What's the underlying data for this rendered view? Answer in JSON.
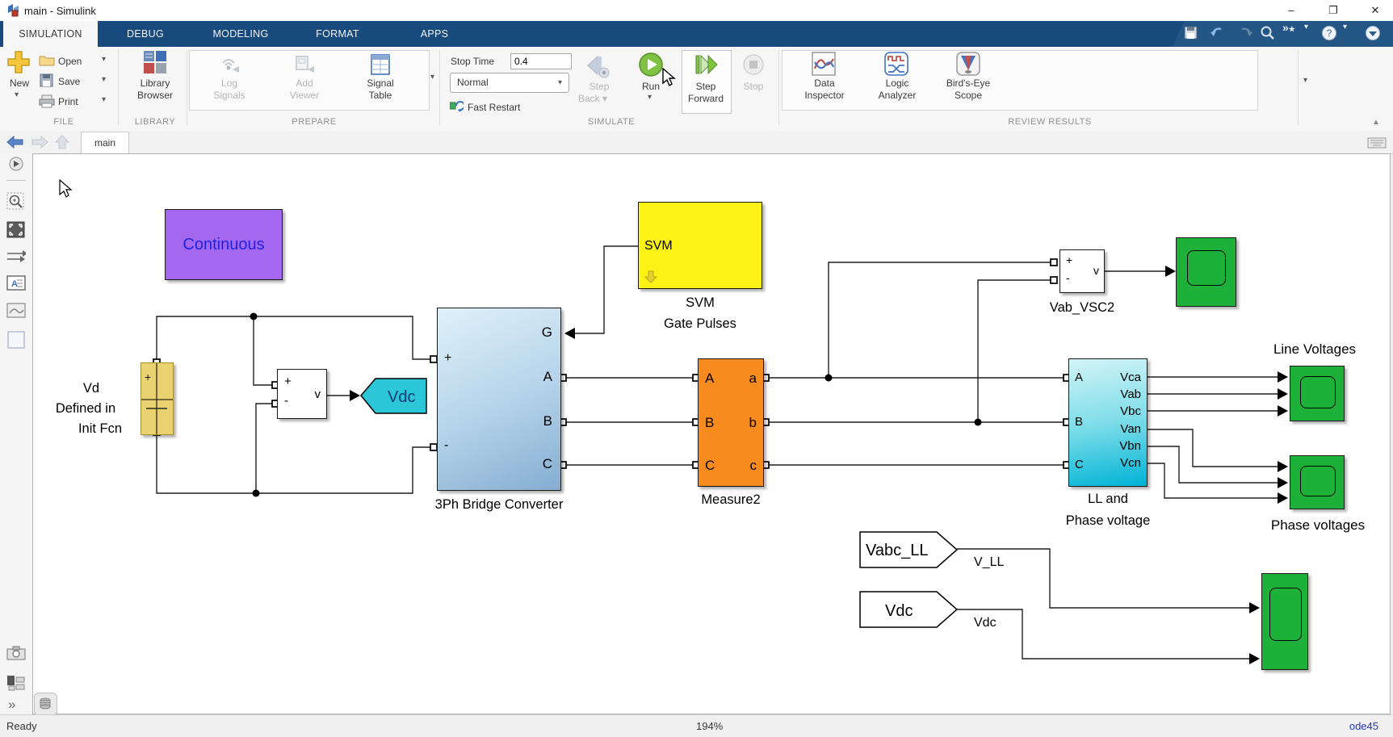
{
  "window": {
    "title": "main - Simulink"
  },
  "tabs": {
    "items": [
      "SIMULATION",
      "DEBUG",
      "MODELING",
      "FORMAT",
      "APPS"
    ],
    "active": "SIMULATION"
  },
  "ribbon": {
    "file": {
      "new": "New",
      "open": "Open",
      "save": "Save",
      "print": "Print",
      "section": "FILE"
    },
    "library": {
      "line1": "Library",
      "line2": "Browser",
      "section": "LIBRARY"
    },
    "prepare": {
      "log1": "Log",
      "log2": "Signals",
      "add1": "Add",
      "add2": "Viewer",
      "sig1": "Signal",
      "sig2": "Table",
      "section": "PREPARE"
    },
    "simulate": {
      "stop_time_label": "Stop Time",
      "stop_time_value": "0.4",
      "mode_value": "Normal",
      "fast_restart": "Fast Restart",
      "sb1": "Step",
      "sb2": "Back",
      "run": "Run",
      "sf1": "Step",
      "sf2": "Forward",
      "stop": "Stop",
      "section": "SIMULATE"
    },
    "review": {
      "di1": "Data",
      "di2": "Inspector",
      "la1": "Logic",
      "la2": "Analyzer",
      "be1": "Bird's-Eye",
      "be2": "Scope",
      "section": "REVIEW RESULTS"
    }
  },
  "navrow": {
    "tab": "main"
  },
  "canvas": {
    "continuous": {
      "label": "Continuous"
    },
    "source": {
      "line1": "Vd",
      "line2": "Defined in",
      "line3": "Init Fcn",
      "plus": "+"
    },
    "voltmeter1": {
      "plus": "+",
      "minus": "-",
      "out": "v"
    },
    "goto_vdc": {
      "label": "Vdc"
    },
    "bridge": {
      "plus": "+",
      "minus": "-",
      "g": "G",
      "a": "A",
      "b": "B",
      "c": "C",
      "label": "3Ph Bridge Converter"
    },
    "svm": {
      "port": "SVM",
      "label1": "SVM",
      "label2": "Gate Pulses"
    },
    "measure": {
      "in": [
        "A",
        "B",
        "C"
      ],
      "out": [
        "a",
        "b",
        "c"
      ],
      "label": "Measure2"
    },
    "vab": {
      "plus": "+",
      "minus": "-",
      "out": "v",
      "label": "Vab_VSC2"
    },
    "ll": {
      "in": [
        "A",
        "B",
        "C"
      ],
      "out": [
        "Vca",
        "Vab",
        "Vbc",
        "Van",
        "Vbn",
        "Vcn"
      ],
      "label1": "LL and",
      "label2": "Phase voltage"
    },
    "line_scope_label": "Line Voltages",
    "phase_scope_label": "Phase voltages",
    "from_vabc": {
      "label": "Vabc_LL"
    },
    "from_vdc": {
      "label": "Vdc"
    },
    "wire_labels": {
      "vll": "V_LL",
      "vdc": "Vdc"
    }
  },
  "statusbar": {
    "ready": "Ready",
    "zoom": "194%",
    "solver": "ode45"
  },
  "colors": {
    "ribbon_blue": "#184a7d",
    "run_green": "#76b82a",
    "scope_green": "#1db13a",
    "svm_yellow": "#fdf216",
    "measure_orange": "#f78b1d",
    "continuous_purple": "#a468f0",
    "goto_cyan": "#2bc6d8",
    "battery_yellow": "#ead271",
    "solver_blue": "#2438b8"
  }
}
